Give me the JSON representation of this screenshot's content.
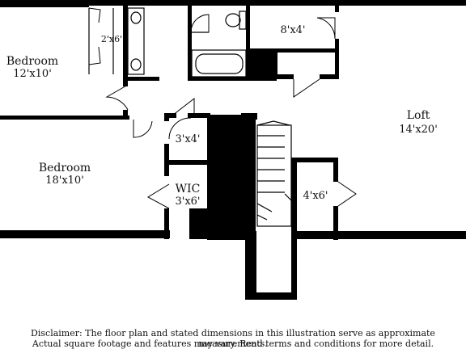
{
  "rooms": {
    "bedroom_1": {
      "name": "Bedroom",
      "dim": "12'x10'"
    },
    "bath_closet": {
      "dim": "2'x6'"
    },
    "room_8x4": {
      "dim": "8'x4'"
    },
    "loft": {
      "name": "Loft",
      "dim": "14'x20'"
    },
    "bedroom_2": {
      "name": "Bedroom",
      "dim": "18'x10'"
    },
    "closet_3x4": {
      "dim": "3'x4'"
    },
    "wic": {
      "name": "WIC",
      "dim": "3'x6'"
    },
    "closet_4x6": {
      "dim": "4'x6'"
    }
  },
  "disclaimer": {
    "line1": "Disclaimer: The floor plan and stated dimensions in this illustration serve as approximate measurements.",
    "line2": "Actual square footage and features may vary. Read terms and conditions for more detail."
  },
  "colors": {
    "wall": "#000000",
    "background": "#ffffff"
  }
}
